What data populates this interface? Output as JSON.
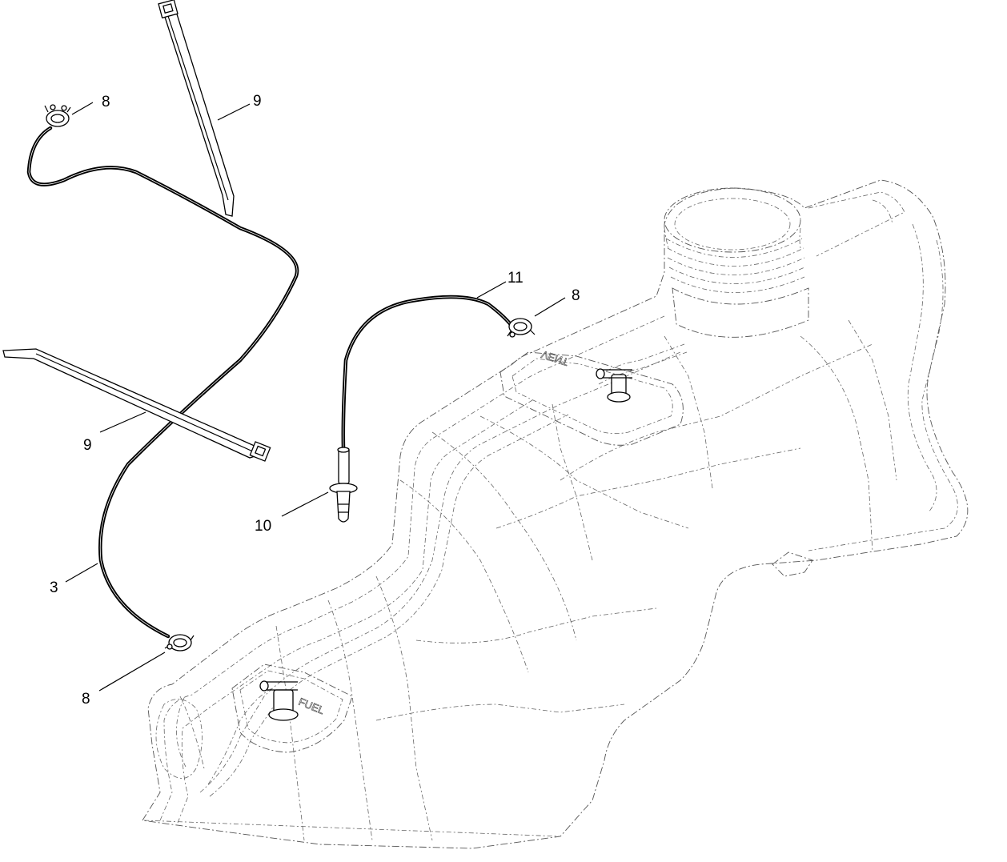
{
  "diagram": {
    "callouts": [
      {
        "id": "c-8-top",
        "label": "8"
      },
      {
        "id": "c-9-top",
        "label": "9"
      },
      {
        "id": "c-11",
        "label": "11"
      },
      {
        "id": "c-8-right",
        "label": "8"
      },
      {
        "id": "c-9-left",
        "label": "9"
      },
      {
        "id": "c-10",
        "label": "10"
      },
      {
        "id": "c-3",
        "label": "3"
      },
      {
        "id": "c-8-bottom",
        "label": "8"
      }
    ],
    "tank_embossed_text": [
      "VENT",
      "FUEL"
    ]
  }
}
